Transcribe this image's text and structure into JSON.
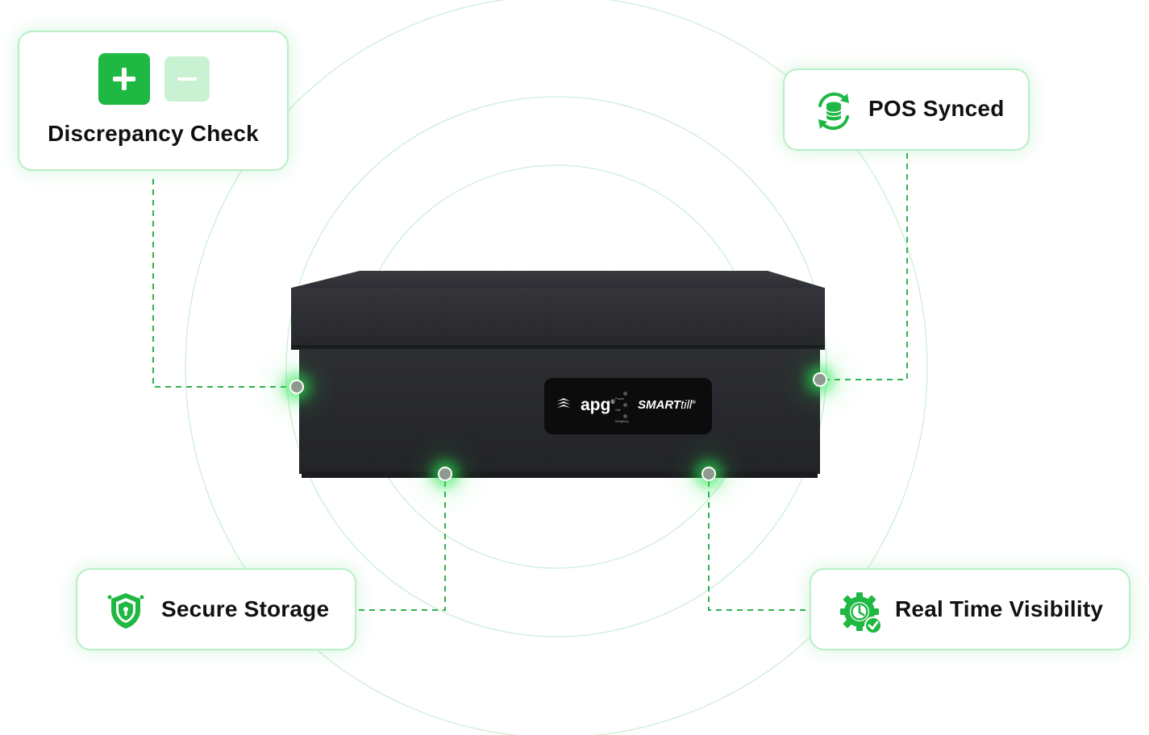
{
  "colors": {
    "accent": "#1fb842",
    "accent_light": "#c9f2d3",
    "card_border": "#b6f0c4",
    "ring": "#cdeed6",
    "connector": "#2fb34f",
    "device": "#2b2c30",
    "text": "#111111"
  },
  "cards": {
    "discrepancy": {
      "label": "Discrepancy Check",
      "icons": [
        "plus-icon",
        "minus-icon"
      ]
    },
    "pos": {
      "label": "POS Synced",
      "icon": "sync-database-icon"
    },
    "secure": {
      "label": "Secure Storage",
      "icon": "shield-lock-icon"
    },
    "realtime": {
      "label": "Real Time Visibility",
      "icon": "gear-clock-check-icon"
    }
  },
  "device": {
    "brand": "apg",
    "brand_mark": "®",
    "product_bold": "SMART",
    "product_light": "till",
    "product_mark": "®",
    "indicators": [
      "Power",
      "Still",
      "Weighing"
    ]
  }
}
